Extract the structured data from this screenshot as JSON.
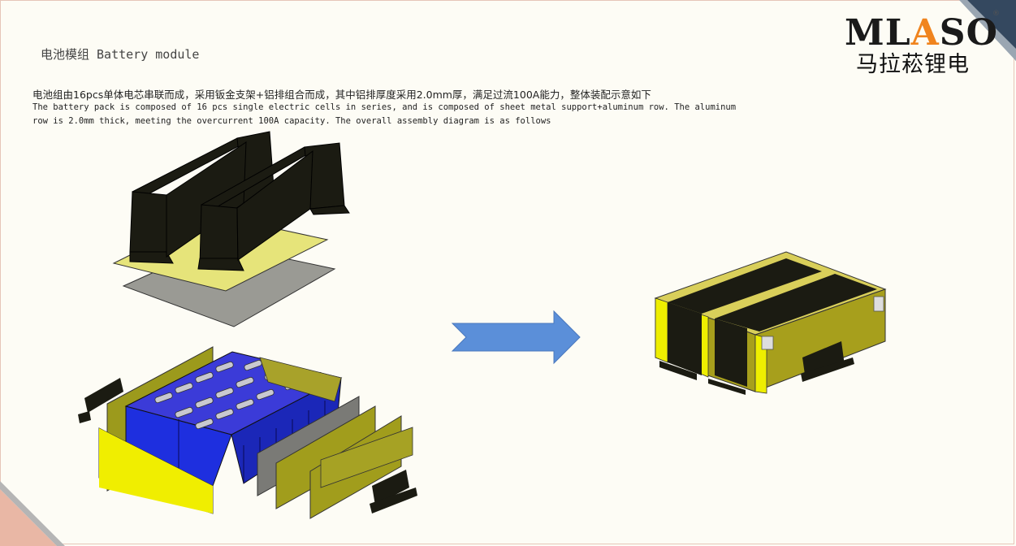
{
  "slide": {
    "title": "电池模组 Battery module",
    "description_cn": "电池组由16pcs单体电芯串联而成，采用钣金支架+铝排组合而成，其中铝排厚度采用2.0mm厚，满足过流100A能力，整体装配示意如下",
    "description_en": "The battery pack is composed of 16 pcs single electric cells in series, and is composed of sheet metal support+aluminum row. The aluminum row is 2.0mm thick, meeting the overcurrent 100A capacity. The overall assembly diagram is as follows"
  },
  "logo": {
    "brand_part1": "ML",
    "brand_part2": "A",
    "brand_part3": "SO",
    "registered_mark": "®",
    "subtitle": "马拉菘锂电"
  },
  "colors": {
    "brand_orange": "#f0841e",
    "arrow_blue": "#5b8fd9",
    "cell_blue": "#1f2fe0",
    "insulation_yellow": "#eeee00",
    "olive_panel": "#a19d1c",
    "bracket_black": "#1a1a12"
  }
}
